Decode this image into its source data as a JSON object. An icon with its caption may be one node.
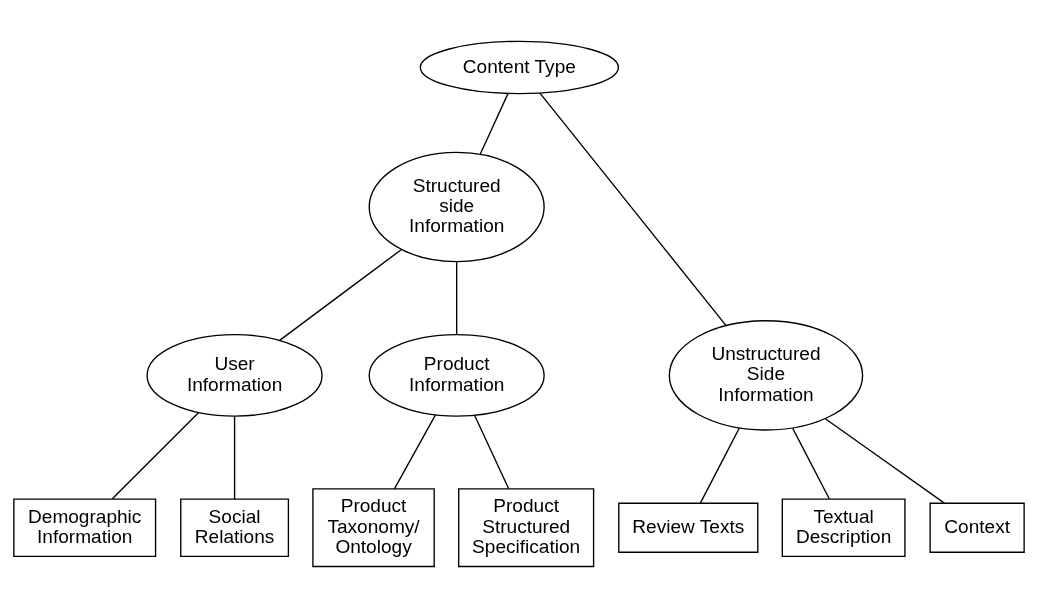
{
  "diagram": {
    "nodes": [
      {
        "text": [
          "Content Type"
        ]
      },
      {
        "text": [
          "Structured side Information"
        ]
      },
      {
        "text": [
          "Unstructured Side Information"
        ]
      },
      {
        "text": [
          "User Information"
        ]
      },
      {
        "text": [
          "Product Information"
        ]
      },
      {
        "text": [
          "Demographic Information"
        ]
      },
      {
        "text": [
          "Social Relations"
        ]
      },
      {
        "text": [
          "Product Taxonomy/ Ontology"
        ]
      },
      {
        "text": [
          "Product Structured Specification"
        ]
      },
      {
        "text": [
          "Review Texts"
        ]
      },
      {
        "text": [
          "Textual Description"
        ]
      },
      {
        "text": [
          "Context"
        ]
      }
    ],
    "edges": [
      {
        "from": 0,
        "to": 1,
        "arrow": "none"
      },
      {
        "from": 0,
        "to": 2,
        "arrow": "none"
      },
      {
        "from": 1,
        "to": 3,
        "arrow": "none"
      },
      {
        "from": 1,
        "to": 4,
        "arrow": "none"
      },
      {
        "from": 3,
        "to": 5,
        "arrow": "none"
      },
      {
        "from": 3,
        "to": 6,
        "arrow": "none"
      },
      {
        "from": 4,
        "to": 7,
        "arrow": "none"
      },
      {
        "from": 4,
        "to": 8,
        "arrow": "none"
      },
      {
        "from": 2,
        "to": 9,
        "arrow": "none"
      },
      {
        "from": 2,
        "to": 10,
        "arrow": "none"
      },
      {
        "from": 2,
        "to": 11,
        "arrow": "none"
      }
    ]
  }
}
